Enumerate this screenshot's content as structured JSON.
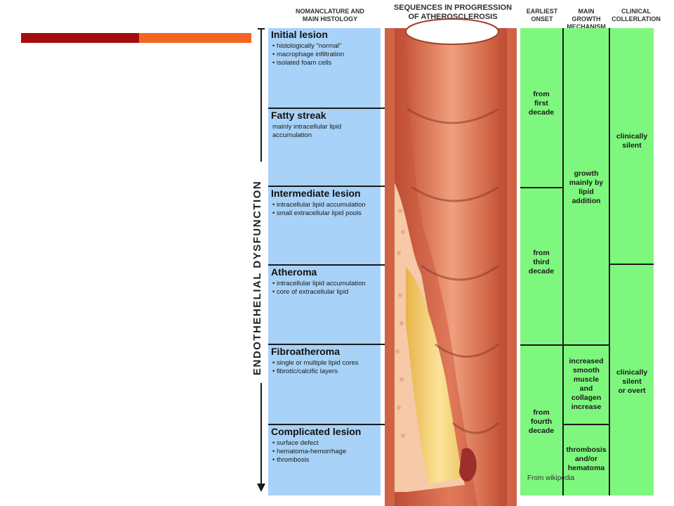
{
  "deco_colors": [
    "#a50d0d",
    "#f26522"
  ],
  "headers": {
    "nomenclature": "NOMANCLATURE AND\nMAIN HISTOLOGY",
    "sequences": "SEQUENCES IN PROGRESSION\nOF ATHEROSCLEROSIS",
    "onset": "EARLIEST\nONSET",
    "growth": "MAIN GROWTH\nMECHANISM",
    "clinical": "CLINICAL\nCOLLERLATION"
  },
  "side_label": "ENDOTHEHELIAL   DYSFUNCTION",
  "stages": [
    {
      "title": "Initial lesion",
      "desc": "• histologically \"normal\"\n• macrophage infiltration\n• isolated foam cells"
    },
    {
      "title": "Fatty streak",
      "desc": "mainly intracellular lipid\naccumulation"
    },
    {
      "title": "Intermediate lesion",
      "desc": "• intracellular lipid accumulation\n• small extracellular lipid pools"
    },
    {
      "title": "Atheroma",
      "desc": "• intracellular lipid accumulation\n• core of extracellular lipid"
    },
    {
      "title": "Fibroatheroma",
      "desc": "• single or multiple lipid cores\n• fibrotic/calcific layers"
    },
    {
      "title": "Complicated lesion",
      "desc": "• surface defect\n• hematoma-hemorrhage\n• thrombosis"
    }
  ],
  "onset": [
    "from\nfirst\ndecade",
    "from\nthird\ndecade",
    "from\nfourth\ndecade"
  ],
  "growth": [
    "growth\nmainly by\nlipid\naddition",
    "increased\nsmooth\nmuscle\nand\ncollagen\nincrease",
    "thrombosis\nand/or\nhematoma"
  ],
  "clinical": [
    "clinically\nsilent",
    "clinically\nsilent\nor overt"
  ],
  "credit": "From wikipedia"
}
